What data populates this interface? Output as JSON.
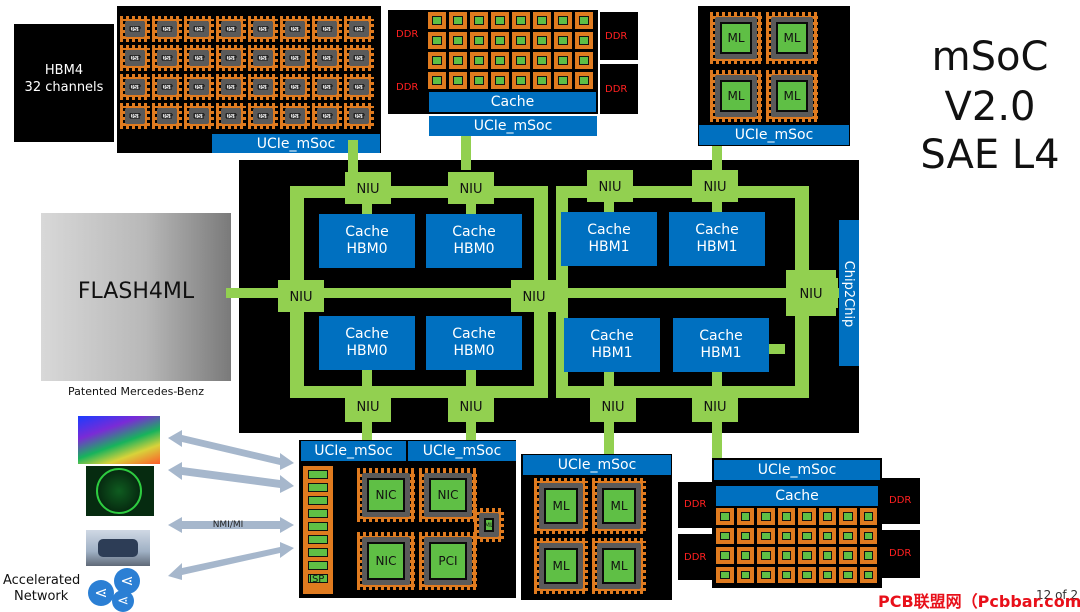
{
  "title": {
    "line1": "mSoC",
    "line2": "V2.0",
    "line3": "SAE L4"
  },
  "hbm_label": {
    "line1": "HBM4",
    "line2": "32 channels"
  },
  "flash": {
    "label": "FLASH4ML",
    "caption": "Patented Mercedes-Benz"
  },
  "ucie_label": "UCIe_mSoc",
  "niu_label": "NIU",
  "cache_label": "Cache",
  "caches": [
    {
      "l1": "Cache",
      "l2": "HBM0"
    },
    {
      "l1": "Cache",
      "l2": "HBM0"
    },
    {
      "l1": "Cache",
      "l2": "HBM1"
    },
    {
      "l1": "Cache",
      "l2": "HBM1"
    },
    {
      "l1": "Cache",
      "l2": "HBM0"
    },
    {
      "l1": "Cache",
      "l2": "HBM0"
    },
    {
      "l1": "Cache",
      "l2": "HBM1"
    },
    {
      "l1": "Cache",
      "l2": "HBM1"
    }
  ],
  "chip2chip": "Chip2Chip",
  "ddr": "DDR",
  "ml": "ML",
  "dsp": "DSP",
  "nic": "NIC",
  "pci": "PCI",
  "isp": "ISP",
  "nmi_label": "NMI/MI",
  "accelerated": {
    "line1": "Accelerated",
    "line2": "Network"
  },
  "page": "12 of 2",
  "watermark": "PCB联盟网（Pcbbar.com）",
  "colors": {
    "green": "#92d050",
    "blue": "#0070c0",
    "black": "#000000",
    "ddr_red": "#ff2020"
  }
}
